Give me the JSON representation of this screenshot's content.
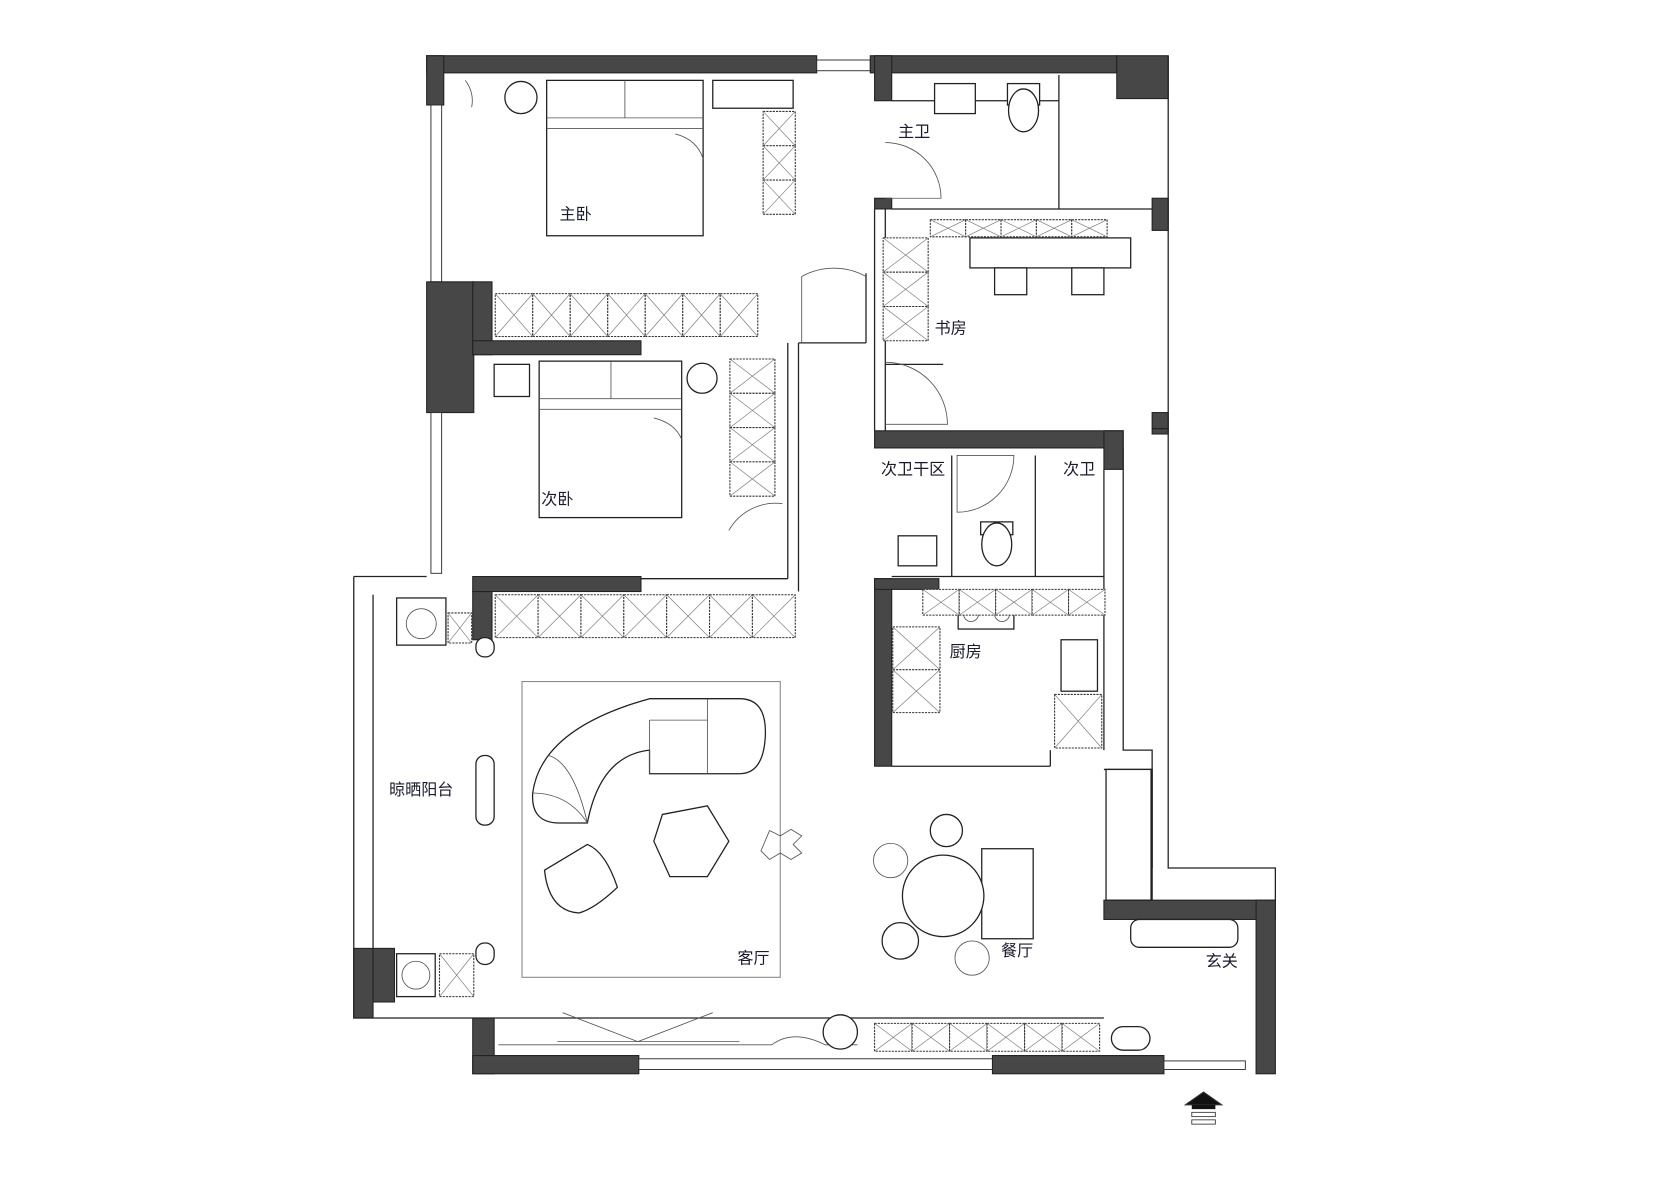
{
  "rooms": {
    "master_bath": "主卫",
    "master_bedroom": "主卧",
    "study": "书房",
    "second_bedroom": "次卧",
    "second_bath_dry": "次卫干区",
    "second_bath": "次卫",
    "kitchen": "厨房",
    "balcony": "晾晒阳台",
    "living_room": "客厅",
    "dining_room": "餐厅",
    "entrance": "玄关"
  },
  "icons": {
    "entrance_arrow": "entrance-arrow-icon"
  }
}
